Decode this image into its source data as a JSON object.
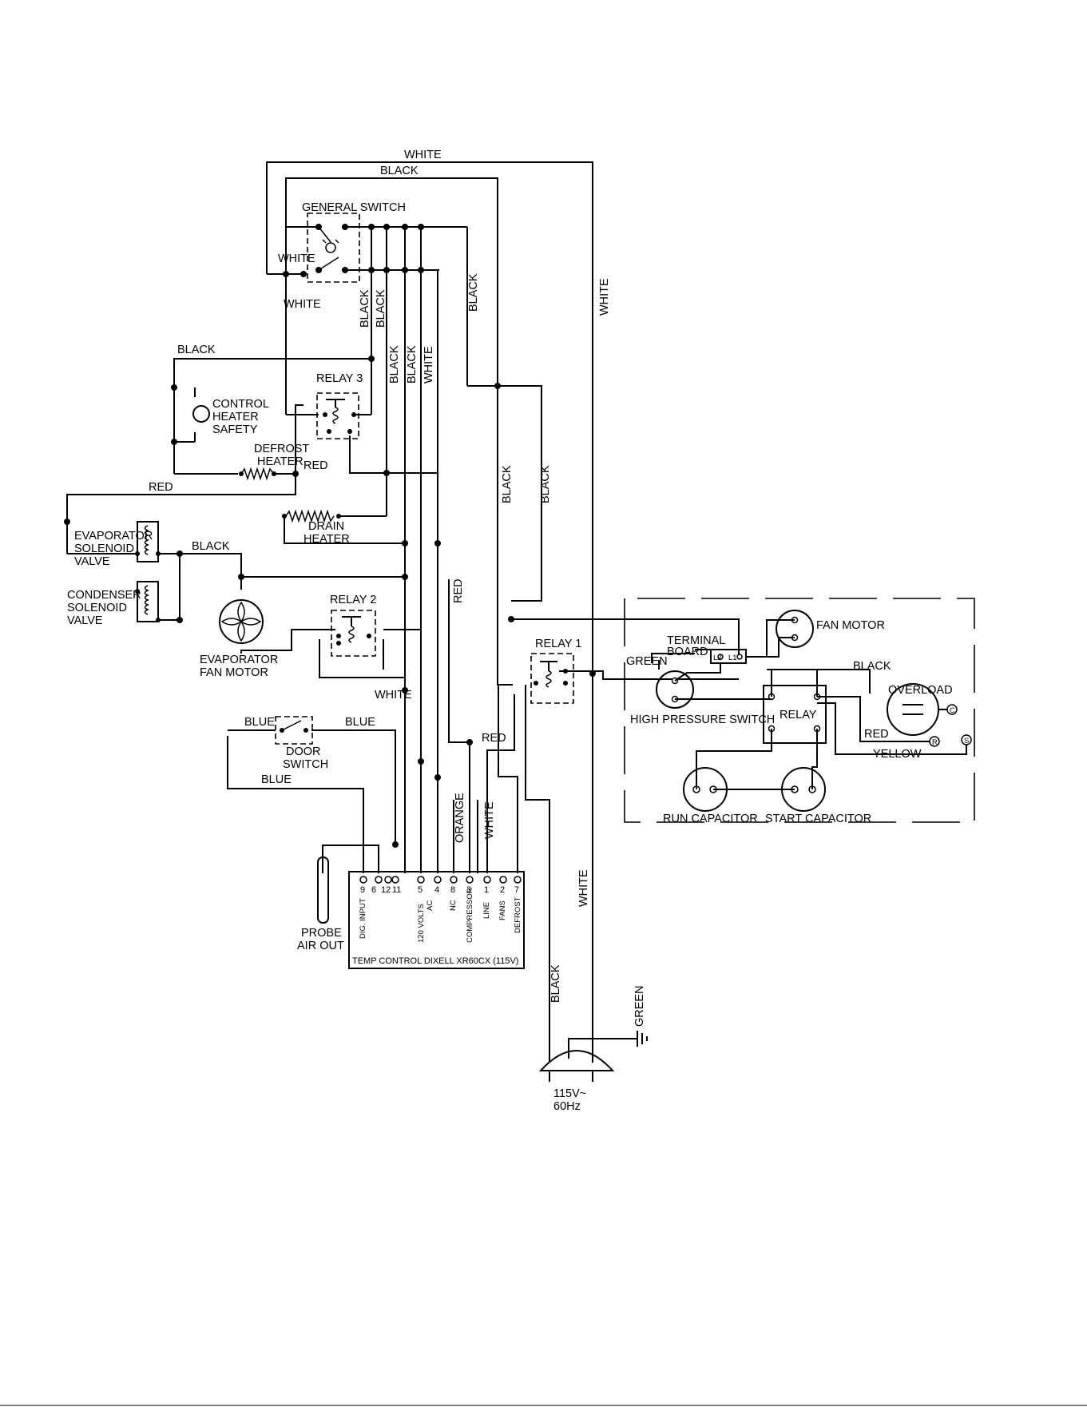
{
  "labels": {
    "white_top": "WHITE",
    "black_top": "BLACK",
    "general_switch": "GENERAL SWITCH",
    "white_left": "WHITE",
    "white_left2": "WHITE",
    "black_v1": "BLACK",
    "black_v2": "BLACK",
    "black_v3": "BLACK",
    "black_v4": "BLACK",
    "white_v1": "WHITE",
    "black_v5": "BLACK",
    "white_right": "WHITE",
    "black_heater": "BLACK",
    "relay3": "RELAY 3",
    "control_heater_1": "CONTROL",
    "control_heater_2": "HEATER",
    "control_heater_3": "SAFETY",
    "defrost_heater_1": "DEFROST",
    "defrost_heater_2": "HEATER",
    "red_defrost": "RED",
    "red_evap": "RED",
    "black_v6": "BLACK",
    "black_v7": "BLACK",
    "drain_heater_1": "DRAIN",
    "drain_heater_2": "HEATER",
    "evap_valve_1": "EVAPORATOR",
    "evap_valve_2": "SOLENOID",
    "evap_valve_3": "VALVE",
    "cond_valve_1": "CONDENSER",
    "cond_valve_2": "SOLENOID",
    "cond_valve_3": "VALVE",
    "black_fan": "BLACK",
    "relay2": "RELAY 2",
    "red_v": "RED",
    "evap_fan_1": "EVAPORATOR",
    "evap_fan_2": "FAN MOTOR",
    "white_relay2": "WHITE",
    "relay1": "RELAY 1",
    "blue_1": "BLUE",
    "blue_2": "BLUE",
    "blue_3": "BLUE",
    "door_switch_1": "DOOR",
    "door_switch_2": "SWITCH",
    "red_ctrl": "RED",
    "orange": "ORANGE",
    "white_ctrl": "WHITE",
    "white_plug": "WHITE",
    "black_plug": "BLACK",
    "green_ground": "GREEN",
    "probe_1": "PROBE",
    "probe_2": "AIR OUT",
    "supply_1": "115V~",
    "supply_2": "60Hz",
    "terminal_board_1": "TERMINAL",
    "terminal_board_2": "BOARD",
    "tb_l2": "L2",
    "tb_l1": "L1",
    "green_box": "GREEN",
    "fan_motor": "FAN MOTOR",
    "black_box": "BLACK",
    "overload": "OVERLOAD",
    "high_pressure_switch": "HIGH PRESSURE SWITCH",
    "relay_box": "RELAY",
    "red_box": "RED",
    "yellow_box": "YELLOW",
    "run_capacitor": "RUN CAPACITOR",
    "start_capacitor": "START CAPACITOR",
    "term_c": "C",
    "term_r": "R",
    "term_s": "S"
  },
  "controller": {
    "title": "TEMP CONTROL DIXELL XR60CX (115V)",
    "terminal_numbers": [
      "9",
      "6",
      "12",
      "11",
      "5",
      "4",
      "8",
      "3",
      "1",
      "2",
      "7"
    ],
    "dig_input": "DIG. INPUT",
    "volts_1": "120 VOLTS",
    "volts_2": "AC",
    "nc": "NC",
    "compressor": "COMPRESSOR",
    "line": "LINE",
    "fans": "FANS",
    "defrost": "DEFROST"
  }
}
